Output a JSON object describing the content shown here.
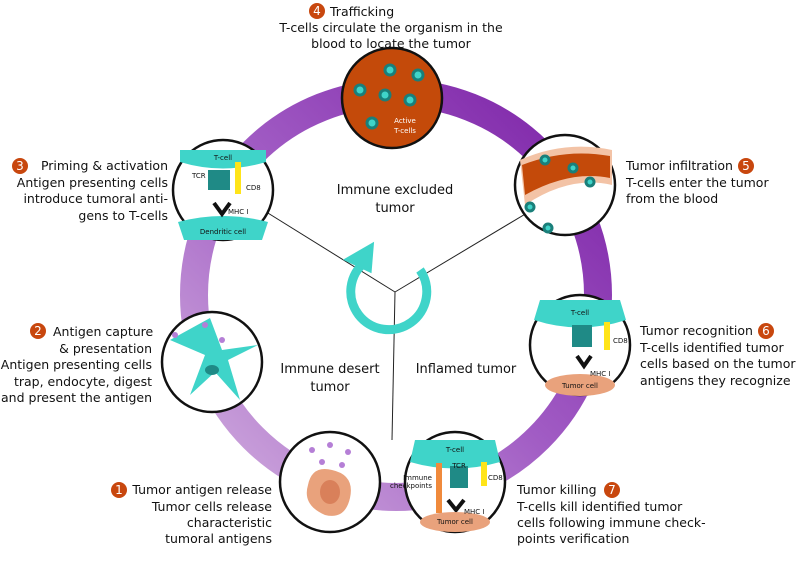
{
  "colors": {
    "ring_light": "#c9a3d9",
    "ring_dark": "#7b20a6",
    "badge": "#c8470e",
    "teal": "#3fd4c9",
    "tumor": "#e9a27c",
    "blood": "#c44a0a"
  },
  "center": {
    "excluded": [
      "Immune excluded",
      "tumor"
    ],
    "desert": [
      "Immune desert",
      "tumor"
    ],
    "inflamed": "Inflamed tumor"
  },
  "steps": [
    {
      "num": "1",
      "title": "Tumor antigen release",
      "lines": [
        "Tumor cells release",
        "characteristic",
        "tumoral antigens"
      ]
    },
    {
      "num": "2",
      "title": "Antigen capture",
      "lines": [
        "& presentation",
        "Antigen presenting cells",
        "trap, endocyte, digest",
        "and present the antigen"
      ]
    },
    {
      "num": "3",
      "title": "Priming & activation",
      "lines": [
        "Antigen presenting cells",
        "introduce tumoral anti-",
        "gens to T-cells"
      ]
    },
    {
      "num": "4",
      "title": "Trafficking",
      "lines": [
        "T-cells circulate the organism in the",
        "blood to locate the tumor"
      ]
    },
    {
      "num": "5",
      "title": "Tumor infiltration",
      "lines": [
        "T-cells enter the tumor",
        "from the blood"
      ]
    },
    {
      "num": "6",
      "title": "Tumor recognition",
      "lines": [
        "T-cells identified tumor",
        "cells based on the tumor",
        "antigens they recognize"
      ]
    },
    {
      "num": "7",
      "title": "Tumor killing",
      "lines": [
        "T-cells kill identified tumor",
        "cells following immune check-",
        "points verification"
      ]
    }
  ],
  "labels": {
    "tcell": "T-cell",
    "tcr": "TCR",
    "cd8": "CD8",
    "mhc": "MHC I",
    "dendritic": "Dendritic cell",
    "active": [
      "Active",
      "T-cells"
    ],
    "tumor_cell": "Tumor cell",
    "checkpoints": [
      "Immune",
      "checkpoints"
    ]
  }
}
